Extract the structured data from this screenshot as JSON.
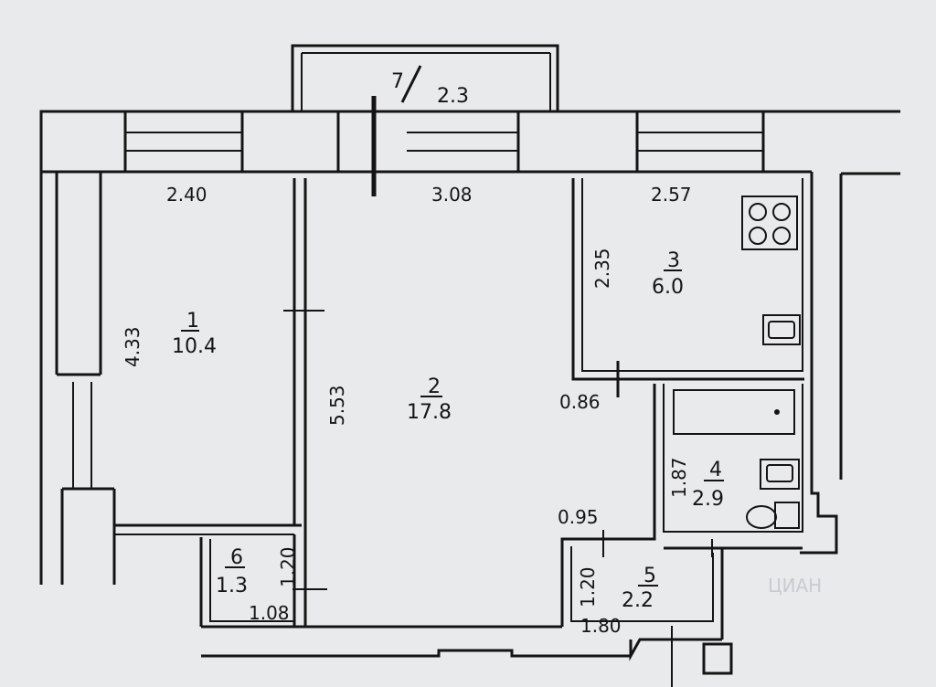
{
  "rooms": [
    {
      "number": "1",
      "area": "10.4"
    },
    {
      "number": "2",
      "area": "17.8"
    },
    {
      "number": "3",
      "area": "6.0"
    },
    {
      "number": "4",
      "area": "2.9"
    },
    {
      "number": "5",
      "area": "2.2"
    },
    {
      "number": "6",
      "area": "1.3"
    },
    {
      "number": "7",
      "area": "2.3"
    }
  ],
  "dimensions": {
    "room1_width": "2.40",
    "room1_depth": "4.33",
    "room2_width": "3.08",
    "room2_depth": "5.53",
    "room3_width": "2.57",
    "room3_depth": "2.35",
    "opening_kitchen": "0.86",
    "room4_depth": "1.87",
    "opening_hall": "0.95",
    "room5_depth": "1.20",
    "room5_width": "1.80",
    "room6_depth": "1.20",
    "room6_width": "1.08"
  },
  "watermark": "ЦИАН"
}
